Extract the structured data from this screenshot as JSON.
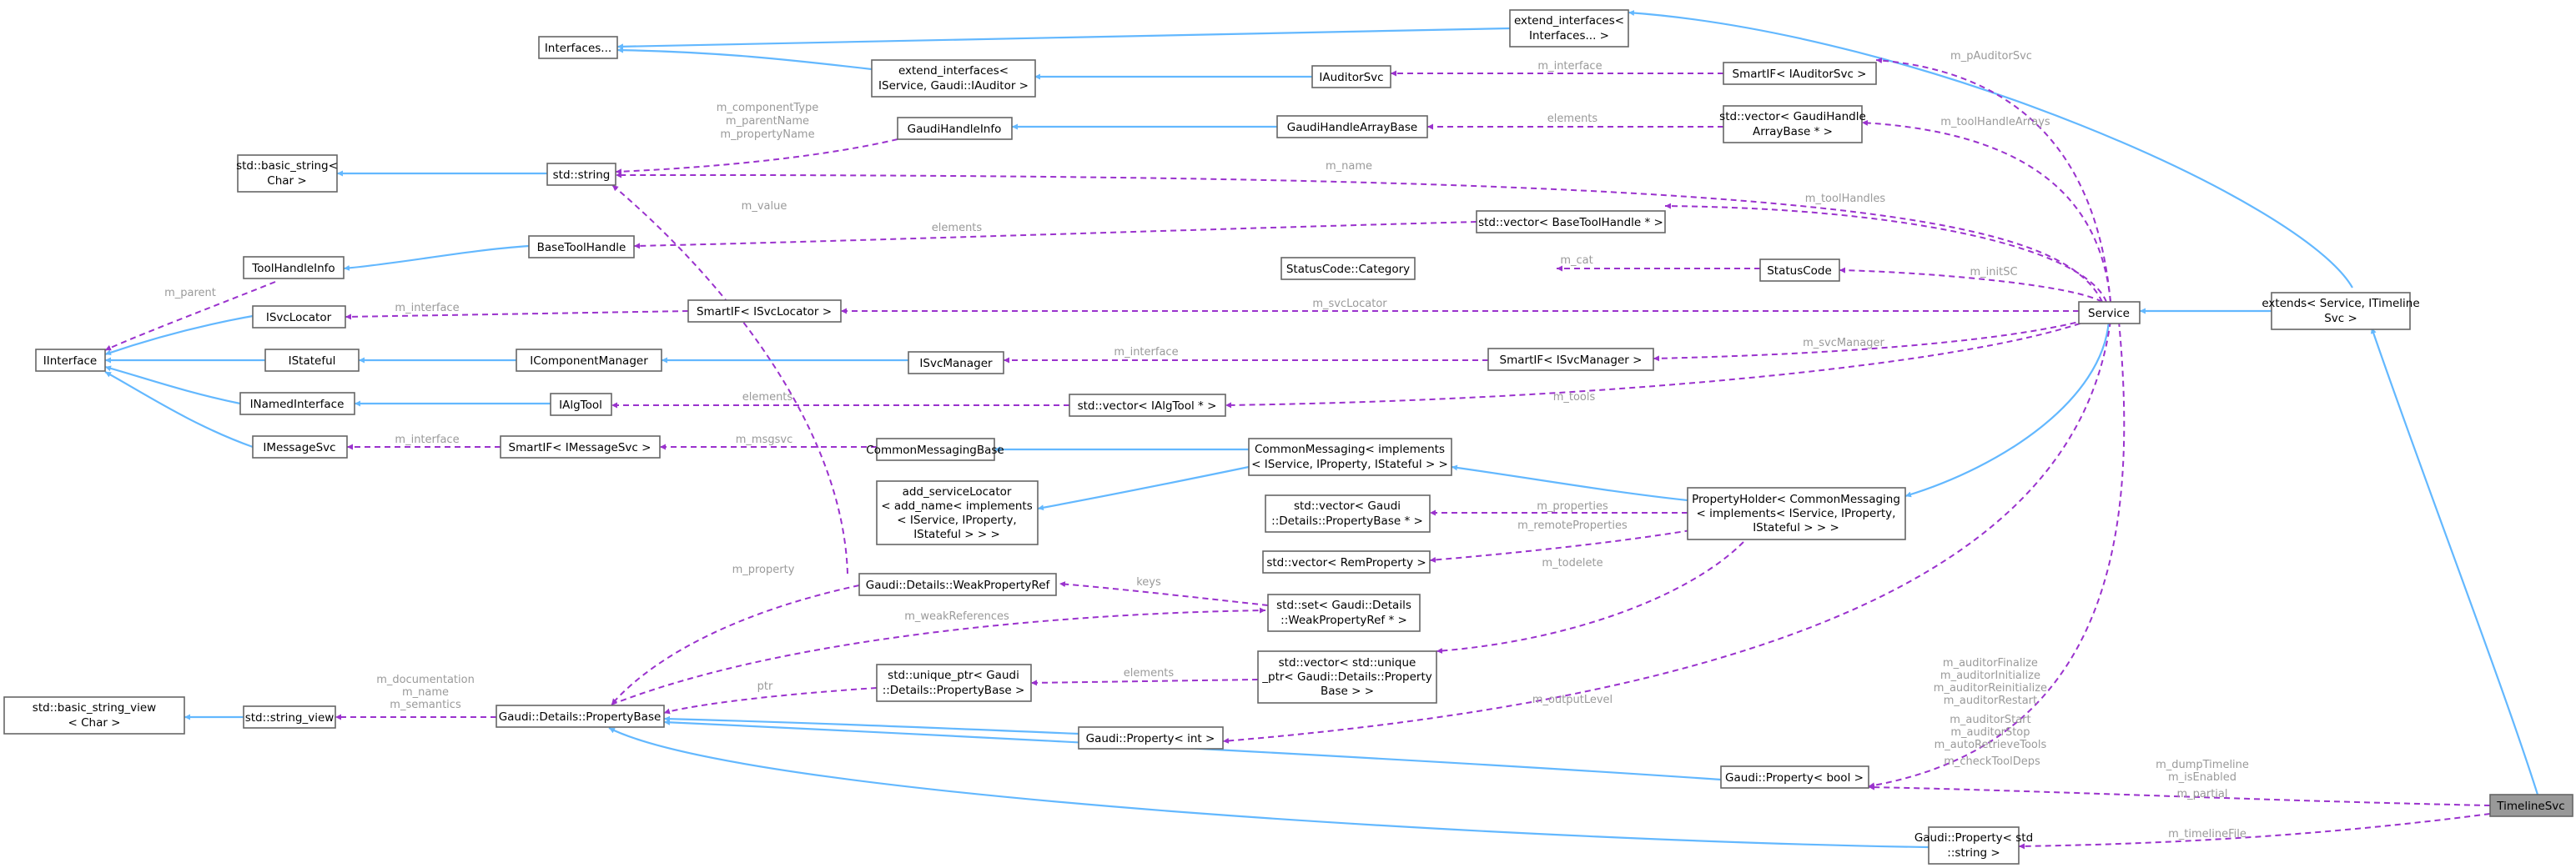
{
  "colors": {
    "inheritance": "#63b8ff",
    "usage": "#9a32cd",
    "edge_label": "#9a9a9a",
    "node_border": "#666666",
    "current_node_fill": "#999999"
  },
  "nodes": {
    "interfaces": [
      "Interfaces..."
    ],
    "extend_interfaces_var": [
      "extend_interfaces<",
      "Interfaces... >"
    ],
    "extend_interfaces_auditor": [
      "extend_interfaces<",
      "IService, Gaudi::IAuditor >"
    ],
    "iauditorsvc": [
      "IAuditorSvc"
    ],
    "smartif_auditor": [
      "SmartIF< IAuditorSvc >"
    ],
    "gaudihandleinfo": [
      "GaudiHandleInfo"
    ],
    "gaudihandlearraybase": [
      "GaudiHandleArrayBase"
    ],
    "vector_handlearray": [
      "std::vector< GaudiHandle",
      "ArrayBase * >"
    ],
    "basic_string": [
      "std::basic_string<",
      "Char >"
    ],
    "string": [
      "std::string"
    ],
    "basetoolhandle": [
      "BaseToolHandle"
    ],
    "vector_basetoolhandle": [
      "std::vector< BaseToolHandle * >"
    ],
    "toolhandleinfo": [
      "ToolHandleInfo"
    ],
    "statuscode_category": [
      "StatusCode::Category"
    ],
    "statuscode": [
      "StatusCode"
    ],
    "iinterface": [
      "IInterface"
    ],
    "isvclocator": [
      "ISvcLocator"
    ],
    "smartif_svclocator": [
      "SmartIF< ISvcLocator >"
    ],
    "service": [
      "Service"
    ],
    "extends_service": [
      "extends< Service, ITimeline",
      "Svc >"
    ],
    "istateful": [
      "IStateful"
    ],
    "icomponentmanager": [
      "IComponentManager"
    ],
    "isvcmanager": [
      "ISvcManager"
    ],
    "smartif_svcmanager": [
      "SmartIF< ISvcManager >"
    ],
    "inamedinterface": [
      "INamedInterface"
    ],
    "ialgtool": [
      "IAlgTool"
    ],
    "vector_ialgtool": [
      "std::vector< IAlgTool * >"
    ],
    "imessagesvc": [
      "IMessageSvc"
    ],
    "smartif_messagesvc": [
      "SmartIF< IMessageSvc >"
    ],
    "commonmessagingbase": [
      "CommonMessagingBase"
    ],
    "commonmessaging": [
      "CommonMessaging< implements",
      "< IService, IProperty, IStateful > >"
    ],
    "add_servicelocator": [
      "add_serviceLocator",
      "< add_name< implements",
      "< IService, IProperty,",
      "IStateful > > >"
    ],
    "propertyholder": [
      "PropertyHolder< CommonMessaging",
      "< implements< IService, IProperty,",
      "IStateful > > >"
    ],
    "vector_propertybase": [
      "std::vector< Gaudi",
      "::Details::PropertyBase * >"
    ],
    "vector_remproperty": [
      "std::vector< RemProperty >"
    ],
    "weakpropertyref": [
      "Gaudi::Details::WeakPropertyRef"
    ],
    "set_weakpropertyref": [
      "std::set< Gaudi::Details",
      "::WeakPropertyRef * >"
    ],
    "basic_string_view": [
      "std::basic_string_view",
      "< Char >"
    ],
    "string_view": [
      "std::string_view"
    ],
    "propertybase": [
      "Gaudi::Details::PropertyBase"
    ],
    "unique_ptr": [
      "std::unique_ptr< Gaudi",
      "::Details::PropertyBase >"
    ],
    "vector_unique_ptr": [
      "std::vector< std::unique",
      "_ptr< Gaudi::Details::Property",
      "Base > >"
    ],
    "property_int": [
      "Gaudi::Property< int >"
    ],
    "property_bool": [
      "Gaudi::Property< bool >"
    ],
    "property_string": [
      "Gaudi::Property< std",
      "::string >"
    ],
    "timelinesvc": [
      "TimelineSvc"
    ]
  },
  "labels": {
    "m_componenttype": [
      "m_componentType",
      "m_parentName",
      "m_propertyName"
    ],
    "m_interface_auditor": [
      "m_interface"
    ],
    "m_pauditorsvc": [
      "m_pAuditorSvc"
    ],
    "elements_handlearray": [
      "elements"
    ],
    "m_toolhandlearrays": [
      "m_toolHandleArrays"
    ],
    "m_name": [
      "m_name"
    ],
    "m_value": [
      "m_value"
    ],
    "elements_basetool": [
      "elements"
    ],
    "m_toolhandles": [
      "m_toolHandles"
    ],
    "m_parent": [
      "m_parent"
    ],
    "m_cat": [
      "m_cat"
    ],
    "m_initsc": [
      "m_initSC"
    ],
    "m_interface_svclocator": [
      "m_interface"
    ],
    "m_svclocator": [
      "m_svcLocator"
    ],
    "m_interface_svcmanager": [
      "m_interface"
    ],
    "m_svcmanager": [
      "m_svcManager"
    ],
    "elements_ialgtool": [
      "elements"
    ],
    "m_tools": [
      "m_tools"
    ],
    "m_interface_msg": [
      "m_interface"
    ],
    "m_msgsvc": [
      "m_msgsvc"
    ],
    "m_properties": [
      "m_properties"
    ],
    "m_remoteproperties": [
      "m_remoteProperties"
    ],
    "m_property": [
      "m_property"
    ],
    "keys": [
      "keys"
    ],
    "m_todelete": [
      "m_todelete"
    ],
    "m_weakreferences": [
      "m_weakReferences"
    ],
    "m_documentation": [
      "m_documentation",
      "m_name",
      "m_semantics"
    ],
    "ptr": [
      "ptr"
    ],
    "elements_unique": [
      "elements"
    ],
    "m_outputlevel": [
      "m_outputLevel"
    ],
    "m_auditorfinalize": [
      "m_auditorFinalize",
      "m_auditorInitialize",
      "m_auditorReinitialize",
      "m_auditorRestart",
      "m_auditorStart",
      "m_auditorStop",
      "m_autoRetrieveTools",
      "m_checkToolDeps"
    ],
    "m_dumptimeline": [
      "m_dumpTimeline",
      "m_isEnabled",
      "m_partial"
    ],
    "m_timelinefile": [
      "m_timelineFile"
    ]
  }
}
